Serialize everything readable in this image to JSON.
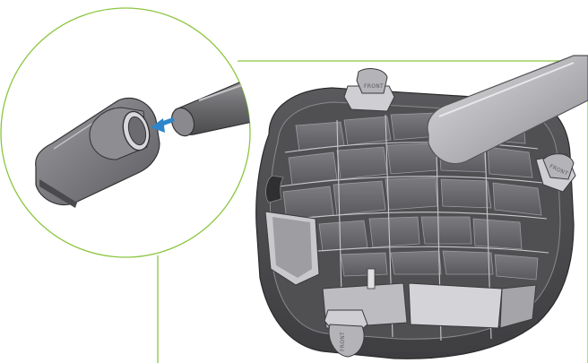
{
  "figure": {
    "description_labels": {
      "foot_top": "FRONT",
      "foot_right": "FRONT",
      "foot_bottom": "FRONT"
    },
    "colors": {
      "callout_outline": "#8cc63f",
      "base_dark": "#4a4a4c",
      "base_mid": "#6a6a6d",
      "base_light": "#a9a9ad",
      "tube": "#7a7a7d",
      "arrow": "#2e86c9",
      "background": "#ffffff"
    },
    "icons": {
      "arrow": "insert-arrow-icon"
    }
  }
}
